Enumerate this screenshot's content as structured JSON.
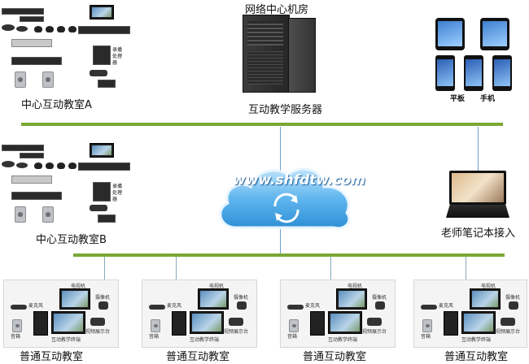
{
  "top": {
    "classroom_a": "中心互动教室A",
    "server_room": "网络中心机房",
    "server": "互动教学服务器",
    "tablet": "平板",
    "phone": "手机"
  },
  "middle": {
    "classroom_b": "中心互动教室B",
    "laptop": "老师笔记本接入",
    "watermark": "www.shfdtw.com"
  },
  "center_devices": {
    "recorder_label_a": "录播处理器",
    "recorder_label_b": "录播处理器"
  },
  "bottom": {
    "rooms": [
      {
        "label": "普通互动教室"
      },
      {
        "label": "普通互动教室"
      },
      {
        "label": "普通互动教室"
      },
      {
        "label": "普通互动教室"
      }
    ],
    "device_labels": {
      "camera": "电视机",
      "ptz": "摄像机",
      "mic": "麦克风",
      "speaker": "音箱",
      "terminal": "互动教学终端",
      "pointer": "视频展示台"
    }
  },
  "colors": {
    "bus": "#79a834",
    "cloud": "#4aa7e6"
  }
}
